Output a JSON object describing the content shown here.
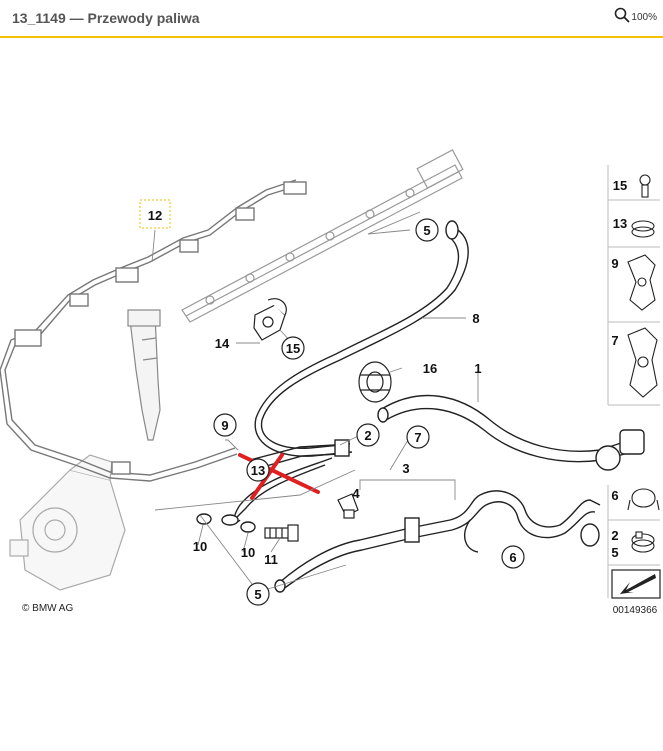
{
  "header": {
    "title": "13_1149 — Przewody paliwa",
    "zoom": "100%"
  },
  "diagram": {
    "callouts": [
      "1",
      "2",
      "3",
      "4",
      "5",
      "6",
      "7",
      "8",
      "9",
      "10",
      "11",
      "12",
      "13",
      "14",
      "15",
      "16"
    ],
    "legend_labels": [
      "15",
      "13",
      "9",
      "7",
      "6",
      "2",
      "5"
    ],
    "copyright": "© BMW AG",
    "figure_number": "00149366",
    "accent_color": "#f2c200",
    "cross_color": "#e02020"
  }
}
